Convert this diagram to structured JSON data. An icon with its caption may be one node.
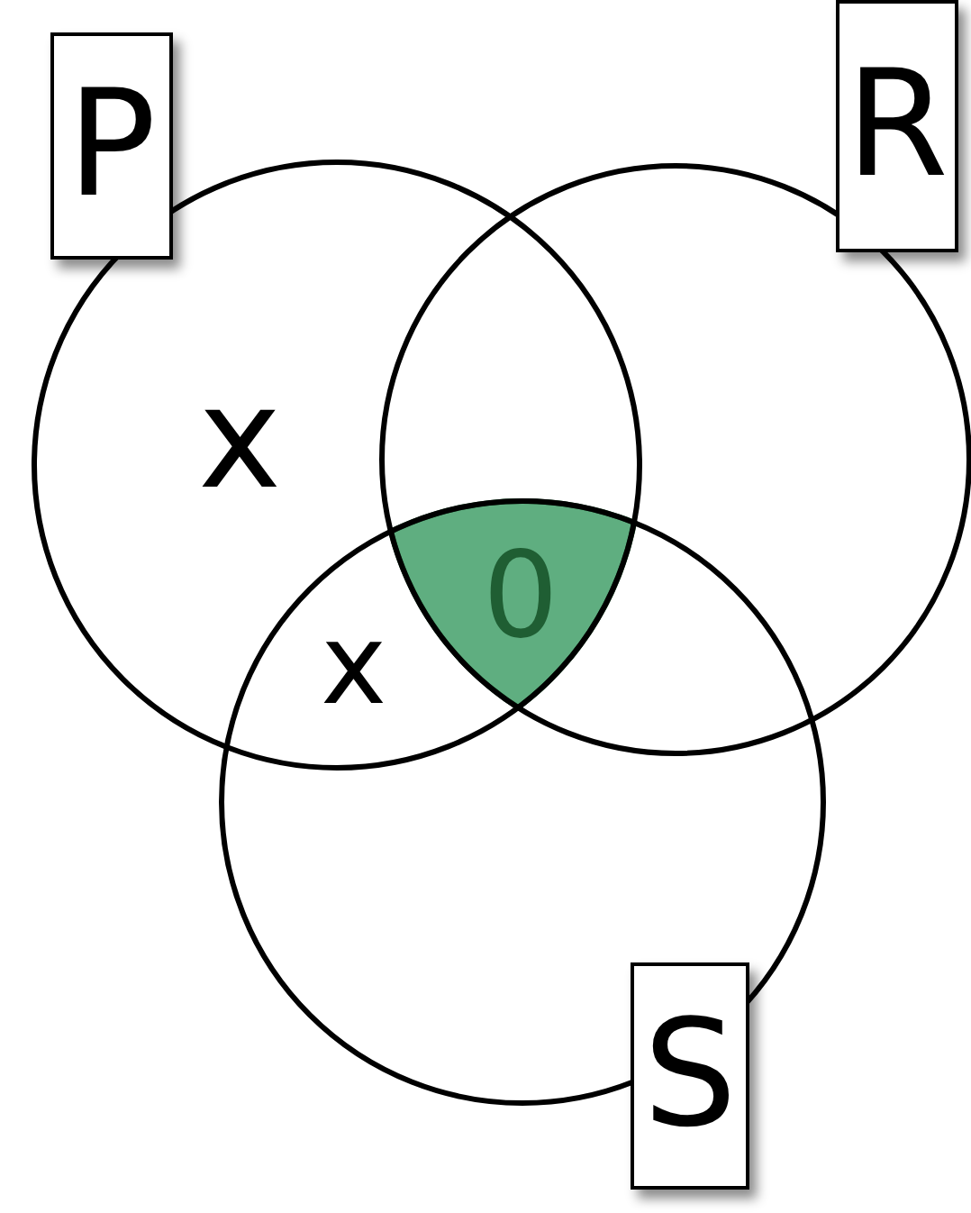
{
  "diagram": {
    "nodes": [
      {
        "text": [
          "P"
        ]
      },
      {
        "text": [
          "R"
        ]
      },
      {
        "text": [
          "S"
        ]
      },
      {
        "text": [],
        "shape": "circle"
      },
      {
        "text": [],
        "shape": "circle"
      },
      {
        "text": [],
        "shape": "circle"
      },
      {
        "text": [
          "0"
        ]
      }
    ],
    "labels": [
      "x",
      "x"
    ]
  }
}
